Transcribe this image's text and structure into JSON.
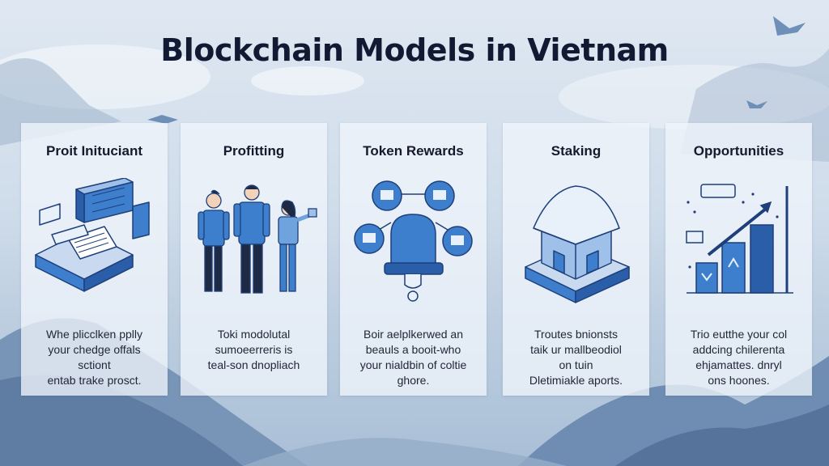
{
  "page": {
    "title": "Blockchain Models in Vietnam"
  },
  "cards": [
    {
      "title": "Proit Inituciant",
      "illustration": "isometric-servers-documents-icon",
      "text": "Whe plicclken pplly\nyour chedge offals\nsctiont\nentab trake prosct."
    },
    {
      "title": "Profitting",
      "illustration": "three-people-icon",
      "text": "Toki modolutal\nsumoeerreris is\nteal-son dnopliach"
    },
    {
      "title": "Token Rewards",
      "illustration": "token-bell-network-icon",
      "text": "Boir aelplkerwed an\nbeauls a booit-who\nyour nialdbin of coltie\nghore."
    },
    {
      "title": "Staking",
      "illustration": "vietnamese-temple-icon",
      "text": "Troutes bnionsts\ntaik ur mallbeodiol\non tuin\nDletimiakle aports."
    },
    {
      "title": "Opportunities",
      "illustration": "growth-bar-chart-icon",
      "text": "Trio eutthe your col\naddcing chilerenta\nehjamattes. dnryl\nons hoones."
    }
  ],
  "colors": {
    "accent": "#3d7fcc",
    "accent_dark": "#1e3f7a",
    "title": "#121a33",
    "card_bg": "#eef3f9"
  }
}
